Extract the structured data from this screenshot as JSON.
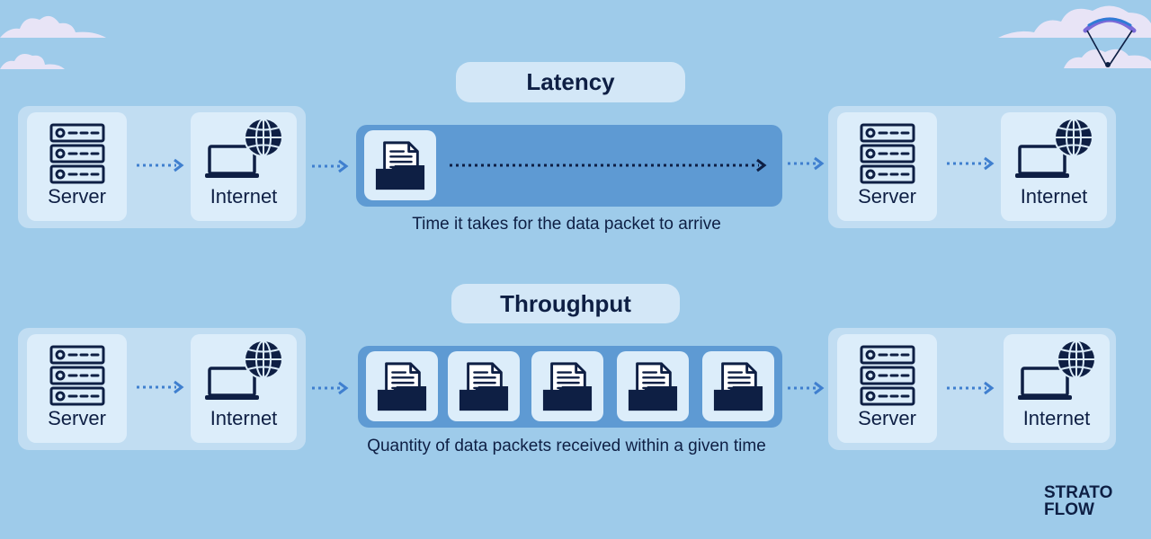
{
  "sections": [
    {
      "title": "Latency",
      "left_group": {
        "server_label": "Server",
        "internet_label": "Internet"
      },
      "right_group": {
        "server_label": "Server",
        "internet_label": "Internet"
      },
      "caption": "Time it takes for the data packet to arrive",
      "packet_count": 1
    },
    {
      "title": "Throughput",
      "left_group": {
        "server_label": "Server",
        "internet_label": "Internet"
      },
      "right_group": {
        "server_label": "Server",
        "internet_label": "Internet"
      },
      "caption": "Quantity of data packets received within a given time",
      "packet_count": 5
    }
  ],
  "logo": {
    "line1": "STRATO",
    "line2": "FLOW"
  },
  "colors": {
    "background": "#9ecbea",
    "panel": "#c1ddf2",
    "card": "#dcedfa",
    "band": "#5e9ad3",
    "arrow": "#3f7fcf",
    "icon": "#0e1f44",
    "pill": "#d3e7f7",
    "logo_accent": "#7a6ad8"
  }
}
